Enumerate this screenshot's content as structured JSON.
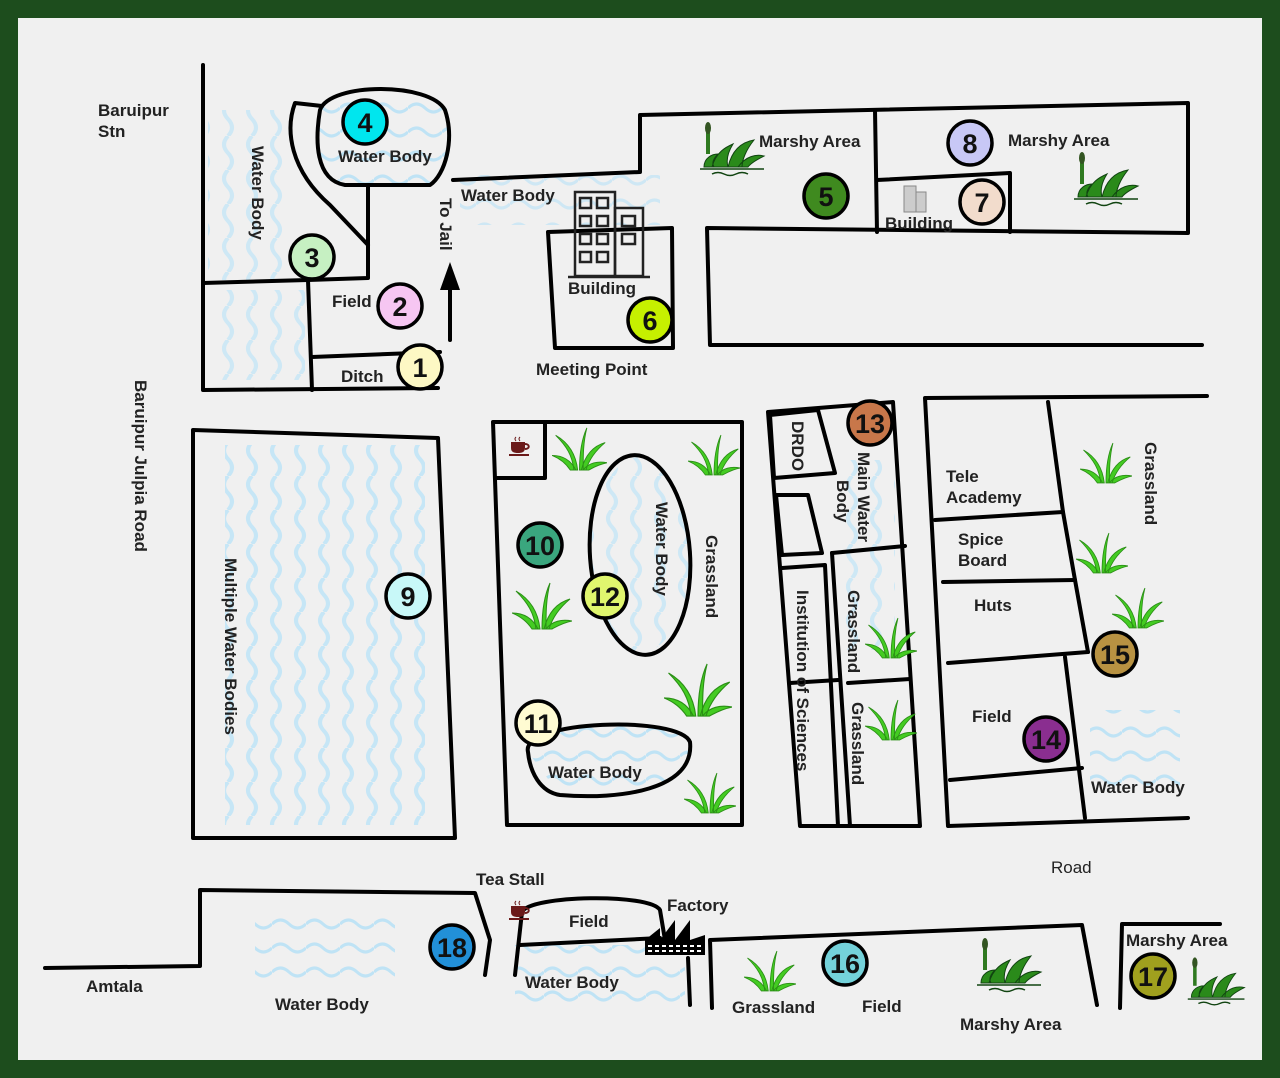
{
  "map": {
    "colors": {
      "frame": "#1d4d1d",
      "background": "#f0f0f0",
      "water": "#cfe9f7",
      "grass": "#44cc22"
    },
    "labels": {
      "baruipur_stn": [
        "Baruipur",
        "Stn"
      ],
      "water_body_left": "Water Body",
      "water_body_4": "Water Body",
      "field_2": "Field",
      "ditch": "Ditch",
      "to_jail": "To Jail",
      "water_body_top": "Water Body",
      "building_6": "Building",
      "meeting_point": "Meeting Point",
      "marshy_area_5": "Marshy Area",
      "marshy_area_8": "Marshy Area",
      "building_7": "Building",
      "baruipur_julpia_road": "Baruipur Julpia Road",
      "multiple_water_bodies": "Multiple Water Bodies",
      "water_body_12": "Water Body",
      "grassland_12": "Grassland",
      "water_body_11": "Water Body",
      "drdo": "DRDO",
      "main_water_body": [
        "Main Water",
        "Body"
      ],
      "institution": "Institution of Sciences",
      "grassland_13a": "Grassland",
      "grassland_13b": "Grassland",
      "tele_academy": [
        "Tele",
        "Academy"
      ],
      "spice_board": [
        "Spice",
        "Board"
      ],
      "huts": "Huts",
      "field_14": "Field",
      "grassland_15": "Grassland",
      "water_body_14": "Water Body",
      "road": "Road",
      "tea_stall": "Tea Stall",
      "field_bottom": "Field",
      "factory": "Factory",
      "amtala": "Amtala",
      "water_body_18": "Water Body",
      "water_body_bottom": "Water Body",
      "grassland_16": "Grassland",
      "field_16": "Field",
      "marshy_area_16": "Marshy Area",
      "marshy_area_17": "Marshy Area"
    },
    "markers": [
      {
        "id": "1",
        "color": "#fdf8c4"
      },
      {
        "id": "2",
        "color": "#f6c6f2"
      },
      {
        "id": "3",
        "color": "#c6f0c2"
      },
      {
        "id": "4",
        "color": "#00e6ee"
      },
      {
        "id": "5",
        "color": "#3f8a1f"
      },
      {
        "id": "6",
        "color": "#c6f000"
      },
      {
        "id": "7",
        "color": "#f2dccc"
      },
      {
        "id": "8",
        "color": "#c8c8f6"
      },
      {
        "id": "9",
        "color": "#c8f8f8"
      },
      {
        "id": "10",
        "color": "#3aa67e"
      },
      {
        "id": "11",
        "color": "#fffbd2"
      },
      {
        "id": "12",
        "color": "#e0f66e"
      },
      {
        "id": "13",
        "color": "#c8774a"
      },
      {
        "id": "14",
        "color": "#8a2e90"
      },
      {
        "id": "15",
        "color": "#b89242"
      },
      {
        "id": "16",
        "color": "#74d2da"
      },
      {
        "id": "17",
        "color": "#a0a01e"
      },
      {
        "id": "18",
        "color": "#2290d8"
      }
    ]
  }
}
